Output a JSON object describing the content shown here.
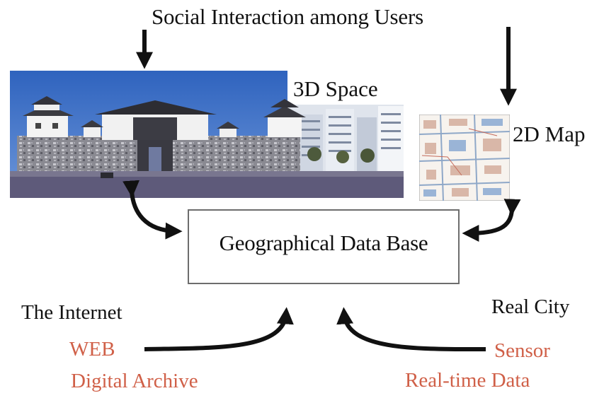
{
  "title": "Social Interaction among Users",
  "space3d": {
    "label": "3D Space"
  },
  "map2d": {
    "label": "2D Map"
  },
  "database": {
    "label": "Geographical Data Base"
  },
  "internet": {
    "heading": "The Internet",
    "items": [
      "WEB",
      "Digital Archive"
    ]
  },
  "realcity": {
    "heading": "Real City",
    "items": [
      "Sensor",
      "Real-time Data"
    ]
  },
  "colors": {
    "source_text": "#d06048",
    "sky": "#3a6fc8",
    "wall": "#8f8f97",
    "ground": "#5c5878"
  }
}
